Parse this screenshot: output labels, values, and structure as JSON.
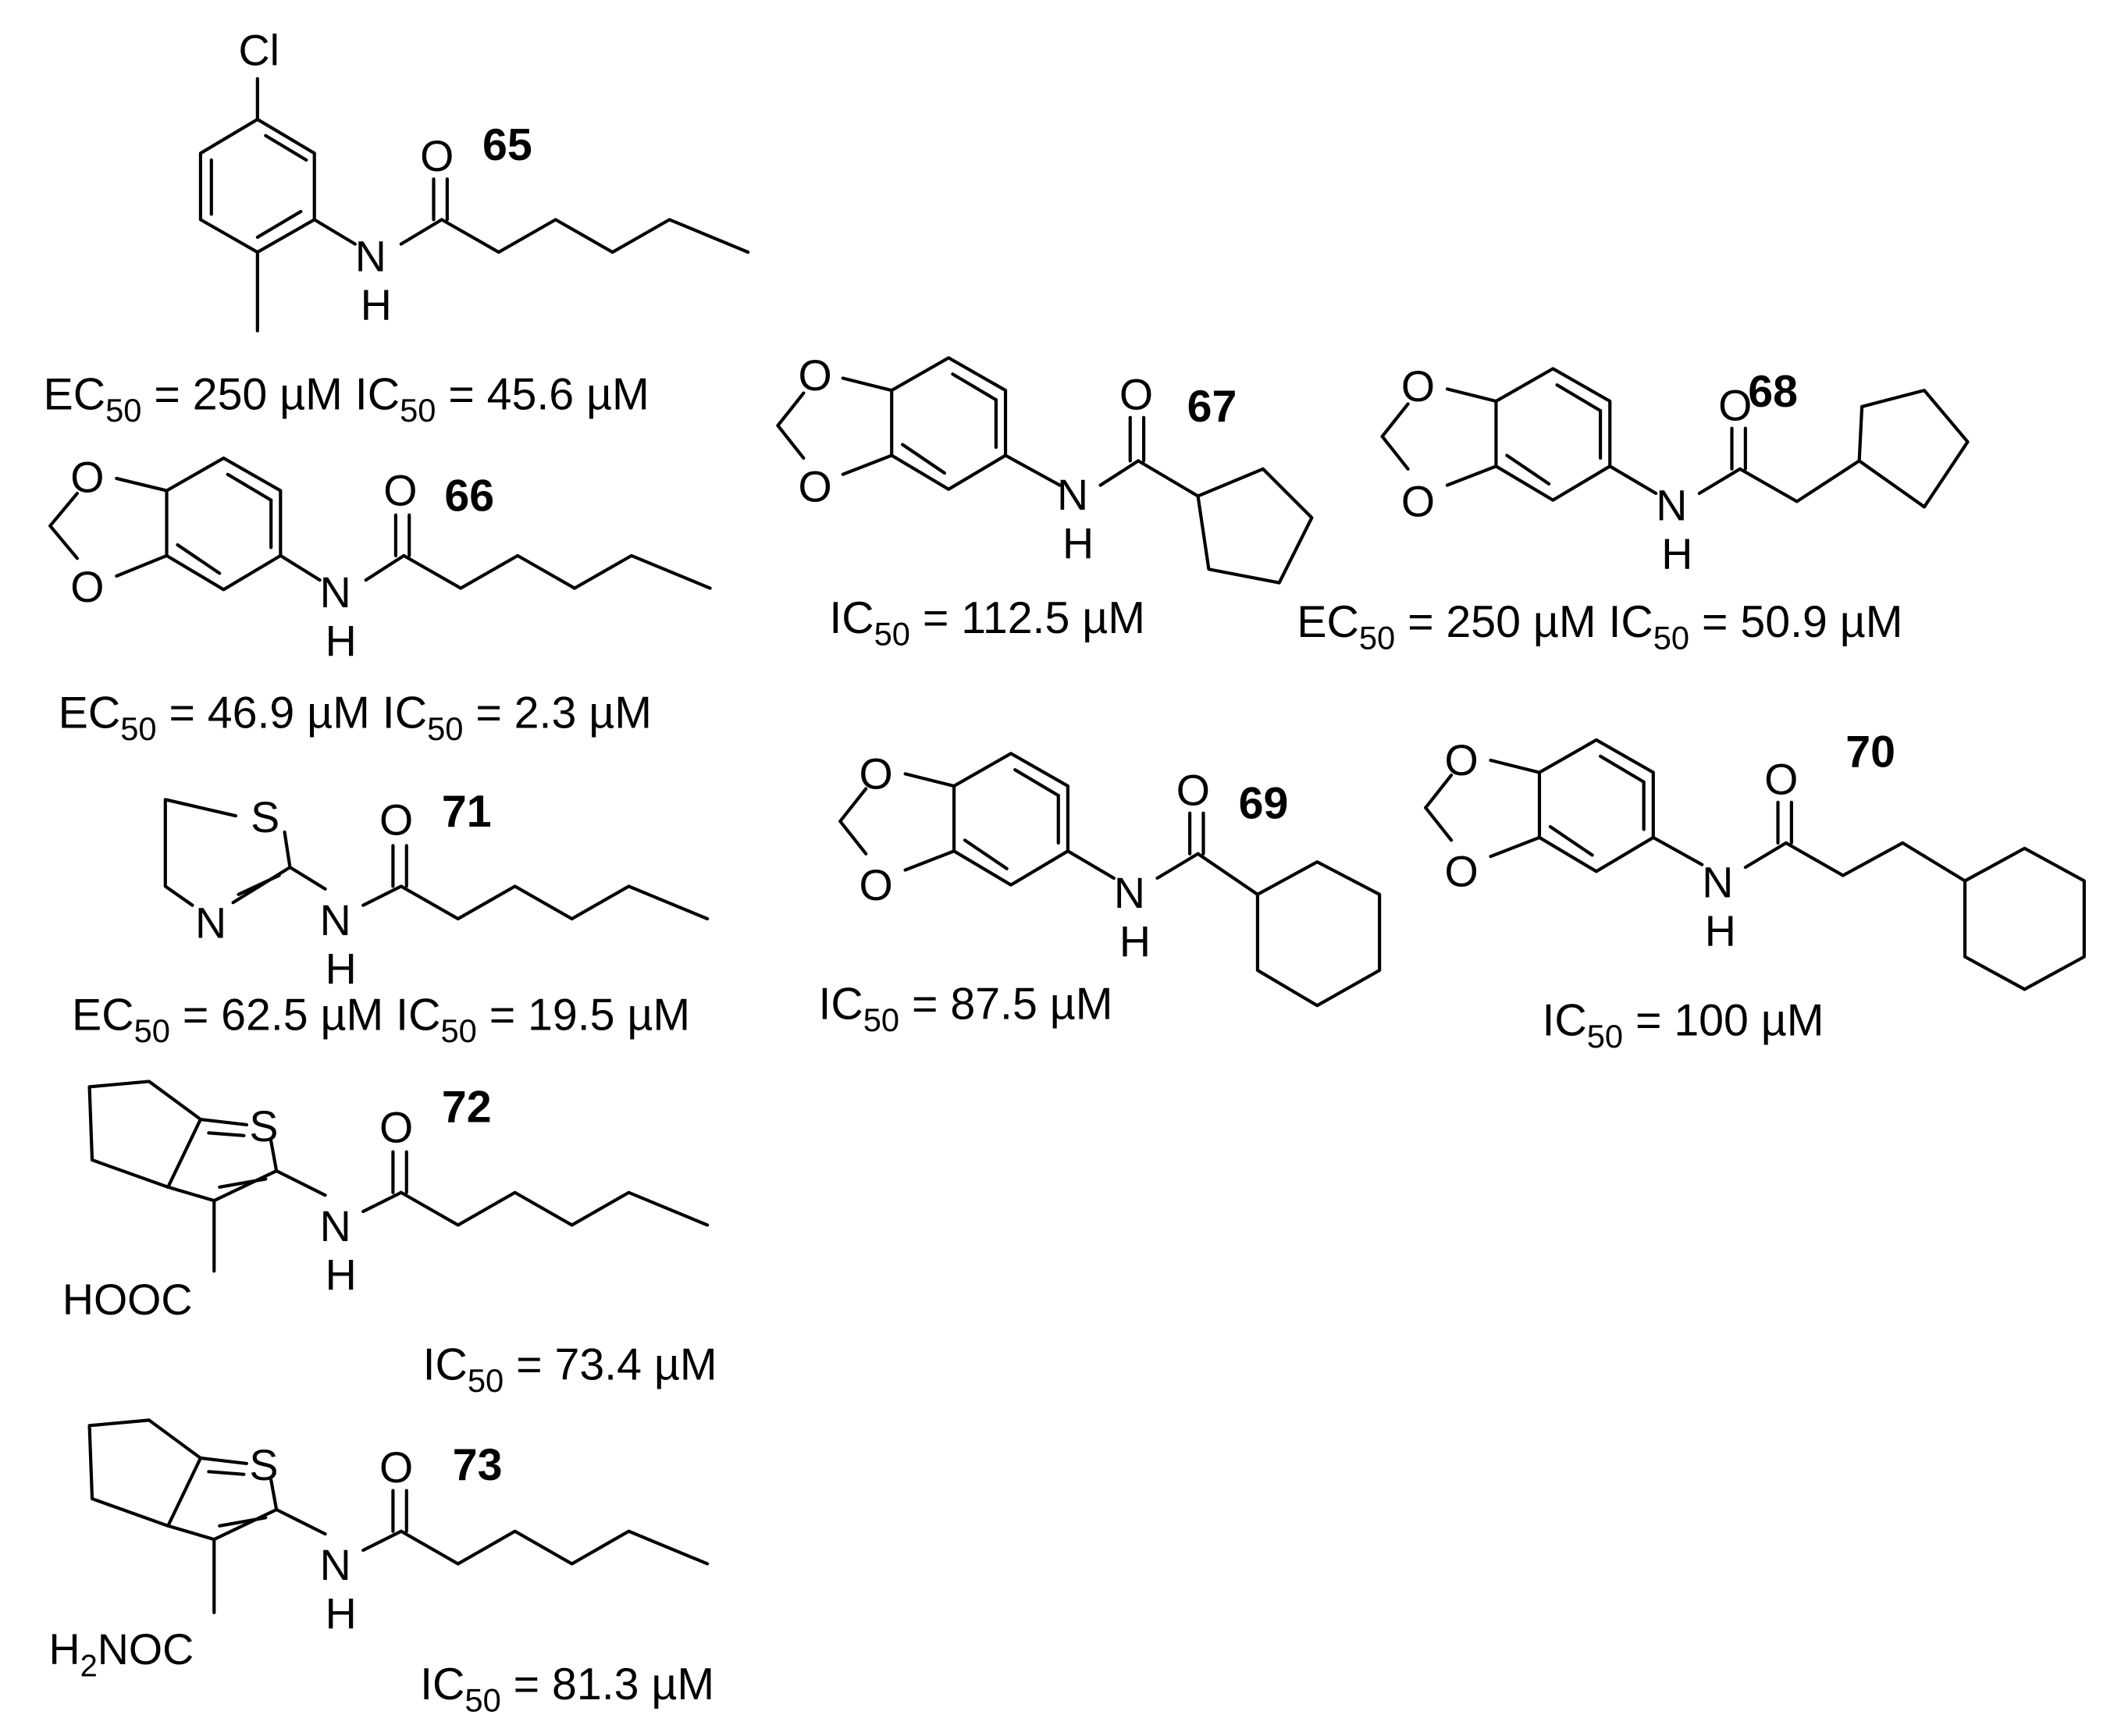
{
  "compounds": [
    {
      "number": "65",
      "activity": [
        {
          "param": "EC",
          "sub": "50",
          "value": " = 250 µM "
        },
        {
          "param": "IC",
          "sub": "50",
          "value": " = 45.6 µM"
        }
      ]
    },
    {
      "number": "66",
      "activity": [
        {
          "param": "EC",
          "sub": "50",
          "value": " = 46.9 µM "
        },
        {
          "param": "IC",
          "sub": "50",
          "value": " = 2.3 µM"
        }
      ]
    },
    {
      "number": "67",
      "activity": [
        {
          "param": "IC",
          "sub": "50",
          "value": " = 112.5 µM"
        }
      ]
    },
    {
      "number": "68",
      "activity": [
        {
          "param": "EC",
          "sub": "50",
          "value": " = 250 µM "
        },
        {
          "param": "IC",
          "sub": "50",
          "value": " = 50.9 µM"
        }
      ]
    },
    {
      "number": "69",
      "activity": [
        {
          "param": "IC",
          "sub": "50",
          "value": " = 87.5 µM"
        }
      ]
    },
    {
      "number": "70",
      "activity": [
        {
          "param": "IC",
          "sub": "50",
          "value": " = 100 µM"
        }
      ]
    },
    {
      "number": "71",
      "activity": [
        {
          "param": "EC",
          "sub": "50",
          "value": " = 62.5 µM "
        },
        {
          "param": "IC",
          "sub": "50",
          "value": " = 19.5 µM"
        }
      ]
    },
    {
      "number": "72",
      "activity": [
        {
          "param": "IC",
          "sub": "50",
          "value": " = 73.4 µM"
        }
      ]
    },
    {
      "number": "73",
      "activity": [
        {
          "param": "IC",
          "sub": "50",
          "value": " = 81.3 µM"
        }
      ]
    }
  ],
  "atoms": {
    "cl": "Cl",
    "o": "O",
    "n": "N",
    "h": "H",
    "s": "S",
    "hooc": "HOOC",
    "h2noc_h": "H",
    "h2noc_2": "2",
    "h2noc_noc": "NOC"
  }
}
